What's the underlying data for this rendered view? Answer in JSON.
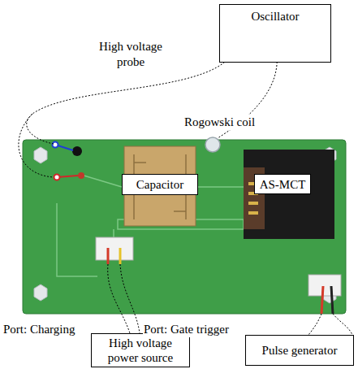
{
  "diagram": {
    "nodes": [
      {
        "text": [
          "Oscillator"
        ]
      },
      {
        "text": [
          "Capacitor"
        ]
      },
      {
        "text": [
          "AS-MCT"
        ]
      },
      {
        "text": [
          "High voltage power source"
        ]
      },
      {
        "text": [
          "Pulse generator"
        ]
      }
    ],
    "labels": [
      "High voltage probe",
      "Rogowski coil",
      "Port: Charging",
      "Port: Gate trigger"
    ]
  }
}
